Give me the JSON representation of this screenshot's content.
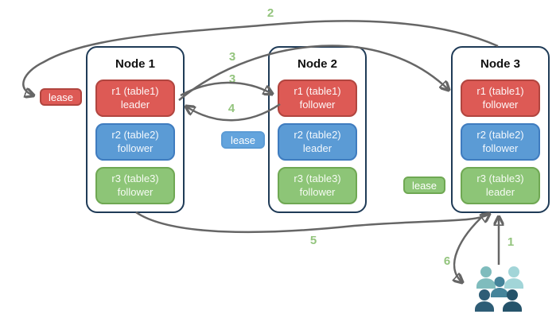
{
  "nodes": [
    {
      "title": "Node 1",
      "replicas": [
        {
          "name": "r1 (table1)",
          "role": "leader",
          "color": "red"
        },
        {
          "name": "r2 (table2)",
          "role": "follower",
          "color": "blue"
        },
        {
          "name": "r3 (table3)",
          "role": "follower",
          "color": "green"
        }
      ]
    },
    {
      "title": "Node 2",
      "replicas": [
        {
          "name": "r1 (table1)",
          "role": "follower",
          "color": "red"
        },
        {
          "name": "r2 (table2)",
          "role": "leader",
          "color": "blue"
        },
        {
          "name": "r3 (table3)",
          "role": "follower",
          "color": "green"
        }
      ]
    },
    {
      "title": "Node 3",
      "replicas": [
        {
          "name": "r1 (table1)",
          "role": "follower",
          "color": "red"
        },
        {
          "name": "r2 (table2)",
          "role": "follower",
          "color": "blue"
        },
        {
          "name": "r3 (table3)",
          "role": "leader",
          "color": "green"
        }
      ]
    }
  ],
  "leases": [
    {
      "label": "lease",
      "color": "red"
    },
    {
      "label": "lease",
      "color": "blue"
    },
    {
      "label": "lease",
      "color": "green"
    }
  ],
  "steps": {
    "step1": "1",
    "step2": "2",
    "step3_top": "3",
    "step3_mid": "3",
    "step4": "4",
    "step5": "5",
    "step6": "6"
  },
  "icons": {
    "users_group": "users-group-icon"
  },
  "colors": {
    "node_border": "#1f3b57",
    "replica_red_fill": "#dd5a55",
    "replica_red_border": "#b1453f",
    "replica_blue_fill": "#5b9bd5",
    "replica_blue_border": "#3f7cbf",
    "replica_green_fill": "#8dc577",
    "replica_green_border": "#6fa853",
    "arrow": "#666666",
    "step_label": "#93c47d",
    "users_teal_light": "#7fbcbd",
    "users_teal_lighter": "#a2d5d8",
    "users_teal_mid": "#45849a",
    "users_slate_dark": "#2e5d76",
    "users_slate_darker": "#25536a"
  }
}
